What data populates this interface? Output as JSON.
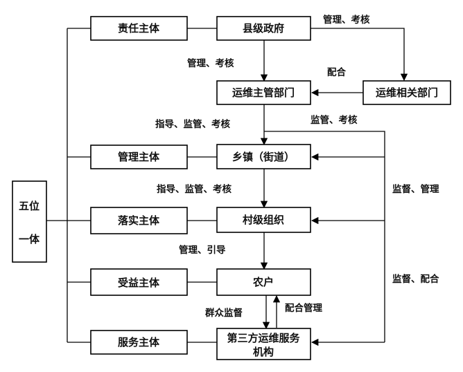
{
  "diagram": {
    "nodes": {
      "five_in_one": [
        "五位",
        "一体"
      ],
      "responsible_subject": "责任主体",
      "management_subject": "管理主体",
      "implementation_subject": "落实主体",
      "beneficiary_subject": "受益主体",
      "service_subject": "服务主体",
      "county_government": "县级政府",
      "om_competent_department": "运维主管部门",
      "om_related_department": "运维相关部门",
      "township": "乡镇（街道）",
      "village_organization": "村级组织",
      "farmer_household": "农户",
      "third_party_om_agency": [
        "第三方运维服务",
        "机构"
      ]
    },
    "edge_labels": {
      "gov_to_related": "管理、考核",
      "gov_to_competent": "管理、考核",
      "related_to_competent": "配合",
      "competent_to_township": "指导、监管、考核",
      "competent_to_third_party": "监管、考核",
      "township_to_village": "指导、监管、考核",
      "village_to_farmer": "管理、引导",
      "farmer_to_third_party": "群众监督",
      "third_party_to_farmer": "配合管理",
      "side_supervise_manage": "监督、管理",
      "side_supervise_cooperate": "监督、配合"
    }
  }
}
